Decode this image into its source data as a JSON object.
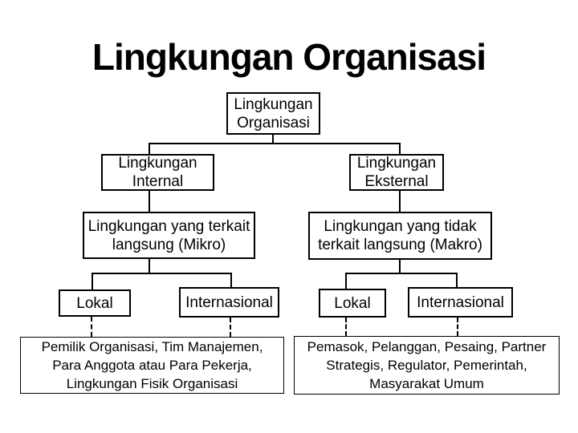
{
  "slide": {
    "title": "Lingkungan Organisasi",
    "background_color": "#ffffff",
    "text_color": "#000000",
    "line_color": "#000000"
  },
  "tree": {
    "root": "Lingkungan\nOrganisasi",
    "internal": "Lingkungan\nInternal",
    "eksternal": "Lingkungan\nEksternal",
    "mikro": "Lingkungan yang terkait\nlangsung (Mikro)",
    "makro": "Lingkungan yang tidak\nterkait langsung (Makro)",
    "internal_lokal": "Lokal",
    "internal_internasional": "Internasional",
    "eksternal_lokal": "Lokal",
    "eksternal_internasional": "Internasional",
    "internal_detail": "Pemilik Organisasi, Tim Manajemen,\nPara Anggota atau Para Pekerja,\nLingkungan Fisik Organisasi",
    "eksternal_detail": "Pemasok, Pelanggan, Pesaing, Partner\nStrategis, Regulator, Pemerintah,\nMasyarakat Umum"
  }
}
